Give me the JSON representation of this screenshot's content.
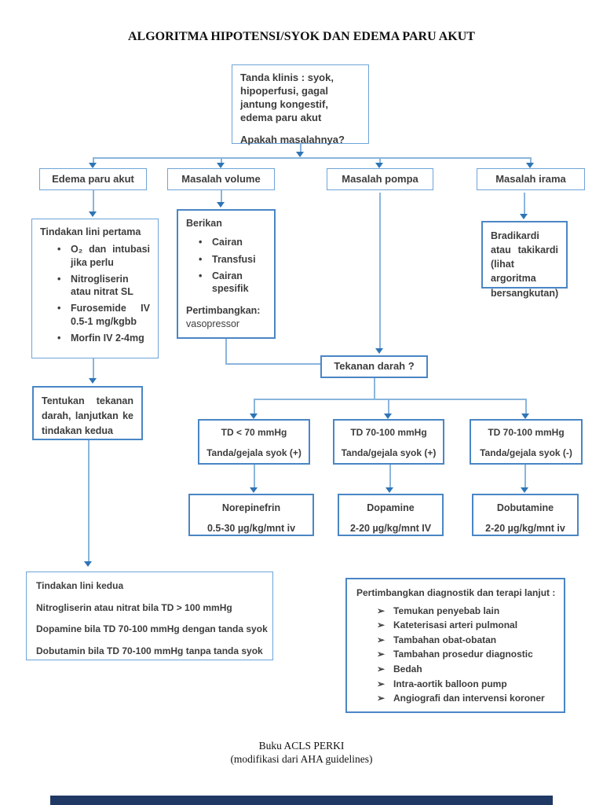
{
  "page": {
    "title": "ALGORITMA HIPOTENSI/SYOK DAN EDEMA PARU AKUT",
    "footer_line1": "Buku ACLS PERKI",
    "footer_line2": "(modifikasi dari AHA guidelines)"
  },
  "colors": {
    "line": "#8ab5dd",
    "arrow": "#2e75b6",
    "border": "#6ea4d8",
    "border_strong": "#4a86c5",
    "text": "#3d3d3d",
    "bar": "#203864"
  },
  "glyphs": {
    "bullet": "•",
    "arrow_bullet": "➢"
  },
  "flowchart": {
    "clinical_signs": {
      "line1": "Tanda klinis : syok, hipoperfusi, gagal jantung kongestif, edema paru akut",
      "line2": "Apakah masalahnya?"
    },
    "branches": {
      "edema": "Edema paru akut",
      "volume": "Masalah volume",
      "pompa": "Masalah pompa",
      "irama": "Masalah irama"
    },
    "first_line": {
      "title": "Tindakan lini pertama",
      "items": [
        "O₂ dan intubasi jika perlu",
        "Nitrogliserin atau nitrat SL",
        "Furosemide IV 0.5-1 mg/kgbb",
        "Morfin IV 2-4mg"
      ]
    },
    "berikan": {
      "title": "Berikan",
      "items": [
        "Cairan",
        "Transfusi",
        "Cairan spesifik"
      ],
      "consider_label": "Pertimbangkan:",
      "consider_value": "vasopressor"
    },
    "irama_detail": "Bradikardi atau takikardi (lihat argoritma bersangkutan)",
    "tentukan": "Tentukan tekanan darah, lanjutkan ke tindakan kedua",
    "tekanan_darah": "Tekanan darah ?",
    "bp_branches": [
      {
        "line1": "TD < 70 mmHg",
        "line2": "Tanda/gejala syok (+)",
        "drug": "Norepinefrin",
        "dose": "0.5-30 µg/kg/mnt iv"
      },
      {
        "line1": "TD 70-100 mmHg",
        "line2": "Tanda/gejala syok (+)",
        "drug": "Dopamine",
        "dose": "2-20 µg/kg/mnt IV"
      },
      {
        "line1": "TD 70-100 mmHg",
        "line2": "Tanda/gejala syok (-)",
        "drug": "Dobutamine",
        "dose": "2-20 µg/kg/mnt iv"
      }
    ],
    "second_line": {
      "title": "Tindakan lini kedua",
      "items": [
        "Nitrogliserin atau nitrat bila TD > 100 mmHg",
        "Dopamine bila TD 70-100 mmHg dengan tanda syok",
        "Dobutamin bila TD 70-100 mmHg tanpa tanda syok"
      ]
    },
    "diagnostics": {
      "title": "Pertimbangkan diagnostik dan terapi lanjut :",
      "items": [
        "Temukan penyebab lain",
        "Kateterisasi arteri pulmonal",
        "Tambahan obat-obatan",
        "Tambahan prosedur diagnostic",
        "Bedah",
        "Intra-aortik balloon pump",
        "Angiografi dan intervensi koroner"
      ]
    }
  }
}
